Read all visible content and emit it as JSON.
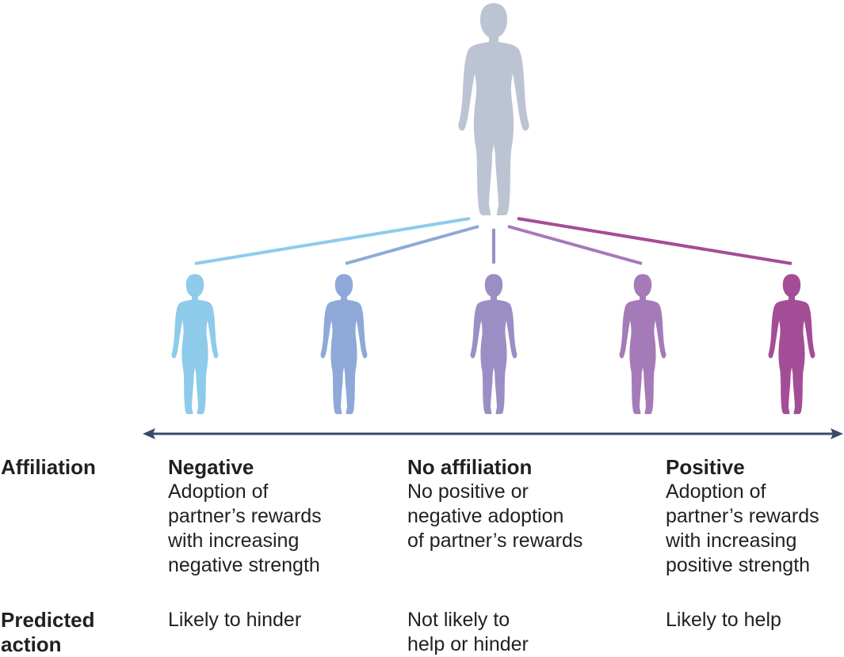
{
  "colors": {
    "central": "#bcc3d3",
    "figures": [
      "#8ecbeb",
      "#8ea9d7",
      "#9b8ec4",
      "#a57ab8",
      "#a44d97"
    ],
    "connector_lines": [
      "#8ecbeb",
      "#8ea9d7",
      "#9b8ec4",
      "#a57ab8",
      "#a44d97"
    ],
    "axis": "#3a4a6b",
    "text": "#231f20"
  },
  "icons": {
    "central_figure": "person-silhouette-icon",
    "figures": [
      "person-silhouette-icon",
      "person-silhouette-icon",
      "person-silhouette-icon",
      "person-silhouette-icon",
      "person-silhouette-icon"
    ],
    "axis": "double-headed-arrow-icon"
  },
  "rows": {
    "affiliation_label": "Affiliation",
    "predicted_action_label_line1": "Predicted",
    "predicted_action_label_line2": "action"
  },
  "columns": {
    "negative": {
      "title": "Negative",
      "desc": [
        "Adoption of",
        "partner’s rewards",
        "with increasing",
        "negative strength"
      ],
      "action": [
        "Likely to hinder"
      ]
    },
    "none": {
      "title": "No affiliation",
      "desc": [
        "No positive or",
        "negative adoption",
        "of partner’s rewards"
      ],
      "action": [
        "Not likely to",
        "help or hinder"
      ]
    },
    "positive": {
      "title": "Positive",
      "desc": [
        "Adoption of",
        "partner’s rewards",
        "with increasing",
        "positive strength"
      ],
      "action": [
        "Likely to help"
      ]
    }
  }
}
